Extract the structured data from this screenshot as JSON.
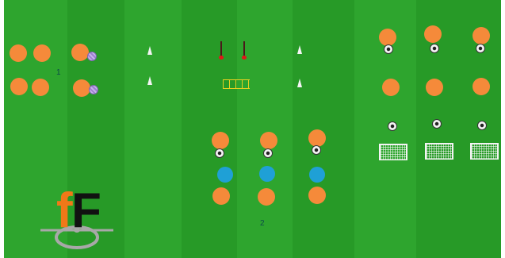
{
  "colors": {
    "stripe_light": "#2ea52e",
    "stripe_dark": "#279a27",
    "player_orange": "#f58a3a",
    "player_blue": "#1fa0d6",
    "cone_white": "#f4f4f4",
    "pole_red": "#e01818",
    "ladder_yellow": "#e8d020",
    "logo_orange": "#f07818",
    "logo_black": "#111111",
    "logo_circle": "#a8a8a8"
  },
  "drill": {
    "grid_labels": {
      "first": "1",
      "second": "2"
    }
  },
  "logo": {
    "text": "fF",
    "icon": "center-circle-logo-icon"
  }
}
